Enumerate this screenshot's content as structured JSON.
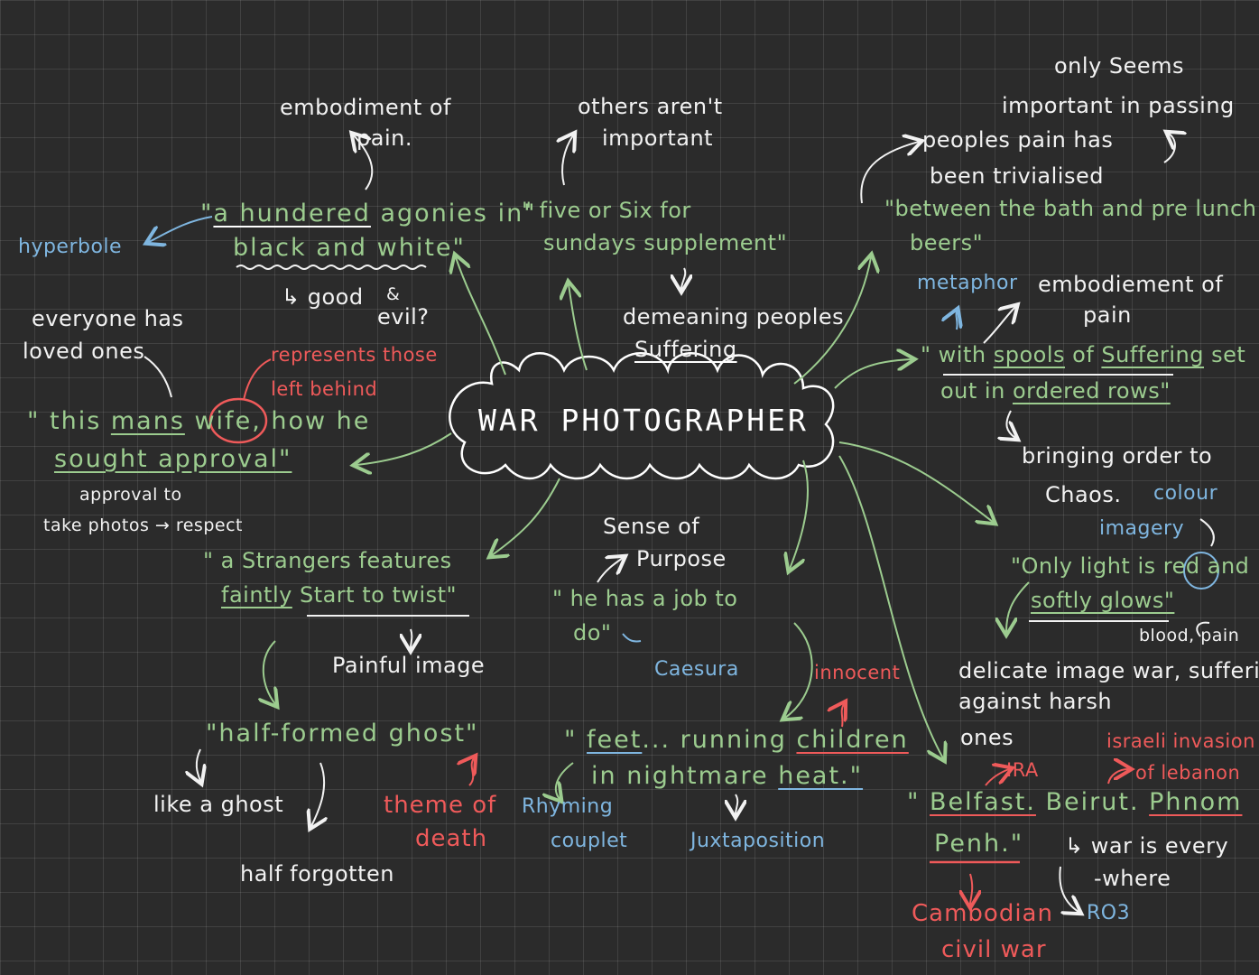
{
  "title": "WAR PHOTOGRAPHER",
  "q1": {
    "line1_open": "\"",
    "line1_a": "a hundered",
    "line1_b": " agonies in\"",
    "line2": "black and white\"",
    "device": "hyperbole",
    "note": "embodiment of",
    "note2": "pain.",
    "sub1": "↳ good",
    "sub1b": "&",
    "sub2": "evil?"
  },
  "q2": {
    "note1": "others aren't",
    "note2": "important",
    "line1": "\" five or Six for",
    "line2": "sundays supplement\"",
    "comment1": "demeaning peoples",
    "comment2": "Suffering"
  },
  "q3": {
    "note1": "only Seems",
    "note2": "important in passing",
    "note3": "peoples pain has",
    "note4": "been trivialised",
    "line1": "\"between the bath and pre lunch",
    "line2": "beers\""
  },
  "q4": {
    "device": "metaphor",
    "note1": "embodiement of",
    "note2": "pain",
    "line1_open": "\" with ",
    "line1_a": "spools",
    "line1_b": " of ",
    "line1_c": "Suffering",
    "line1_d": " set",
    "line2_a": "out in ",
    "line2_b": "ordered rows\"",
    "comment1": "bringing order to",
    "comment2": "Chaos."
  },
  "q5": {
    "device": "colour",
    "device2": "imagery",
    "line1": "\"Only light is red and",
    "line2": "softly glows\"",
    "comment": "blood, pain",
    "comment2": "delicate image war, suffering",
    "comment3": "against harsh",
    "comment4": "ones"
  },
  "q6": {
    "red1": "IRA",
    "red2": "israeli invasion",
    "red3": "of lebanon",
    "line1_open": "\" ",
    "line1_a": "Belfast.",
    "line1_b": " Beirut. ",
    "line1_c": "Phnom",
    "line2": "Penh.\"",
    "comment1": "↳ war is every",
    "comment2": "-where",
    "red4": "Cambodian",
    "red5": "civil war",
    "note": "RO3"
  },
  "q7": {
    "note1": "everyone has",
    "note2": "loved ones",
    "red1": "represents those",
    "red2": "left behind",
    "line1_open": "\" this ",
    "line1_a": "mans",
    "line1_b": " wife",
    "line1_c": ", how he",
    "line2_a": "sought",
    "line2_b": " approval\"",
    "comment1": "approval to",
    "comment2": "take  photos → respect"
  },
  "q8": {
    "line1": "\" a Strangers features",
    "line2_a": "faintly",
    "line2_b": " Start to twist\"",
    "comment": "Painful image"
  },
  "q9": {
    "line1": "\"half-formed ghost\"",
    "comment1": "like a ghost",
    "comment2": "half forgotten",
    "red1": "theme of",
    "red2": "death"
  },
  "q10": {
    "note1": "Sense of",
    "note2": "Purpose",
    "line1": "\" he  has a job to",
    "line2": "do\"",
    "device": "Caesura"
  },
  "q11": {
    "red": "innocent",
    "line1_open": "\" ",
    "line1_a": "feet",
    "line1_b": "... running ",
    "line1_c": "children",
    "line2_a": "in nightmare ",
    "line2_b": "heat.\"",
    "comment1": "Rhyming",
    "comment2": "couplet",
    "comment3": "Juxtaposition"
  },
  "colors": {
    "background": "#2b2b2b",
    "white": "#f2f2f2",
    "green": "#9ccc8f",
    "blue": "#7fb6e0",
    "red": "#ef5a5a"
  }
}
